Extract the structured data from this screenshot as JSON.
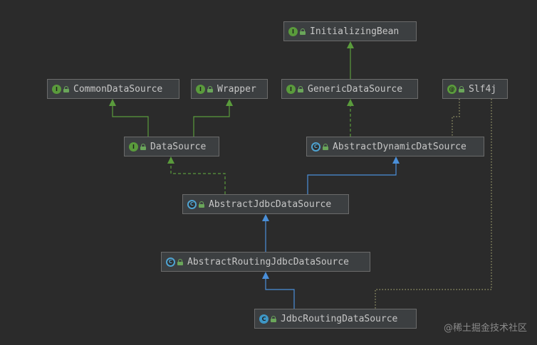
{
  "nodes": [
    {
      "id": "initializing-bean",
      "label": "InitializingBean",
      "kind": "interface",
      "badge": "I"
    },
    {
      "id": "common-data-source",
      "label": "CommonDataSource",
      "kind": "interface",
      "badge": "I"
    },
    {
      "id": "wrapper",
      "label": "Wrapper",
      "kind": "interface",
      "badge": "I"
    },
    {
      "id": "generic-data-source",
      "label": "GenericDataSource",
      "kind": "interface",
      "badge": "I"
    },
    {
      "id": "slf4j",
      "label": "Slf4j",
      "kind": "annotation",
      "badge": "@"
    },
    {
      "id": "data-source",
      "label": "DataSource",
      "kind": "interface",
      "badge": "I"
    },
    {
      "id": "abstract-dynamic-dat-source",
      "label": "AbstractDynamicDatSource",
      "kind": "abstract",
      "badge": "C"
    },
    {
      "id": "abstract-jdbc-data-source",
      "label": "AbstractJdbcDataSource",
      "kind": "abstract",
      "badge": "C"
    },
    {
      "id": "abstract-routing-jdbc-data-source",
      "label": "AbstractRoutingJdbcDataSource",
      "kind": "abstract",
      "badge": "C"
    },
    {
      "id": "jdbc-routing-data-source",
      "label": "JdbcRoutingDataSource",
      "kind": "class",
      "badge": "C"
    }
  ],
  "colors": {
    "background": "#2b2b2b",
    "node_fill": "#3c3f41",
    "node_border": "#6b6b6b",
    "interface_edge": "#5a9b3c",
    "class_edge": "#4a8fd9",
    "annotation_edge": "#a0a070"
  },
  "watermark": "@稀土掘金技术社区"
}
